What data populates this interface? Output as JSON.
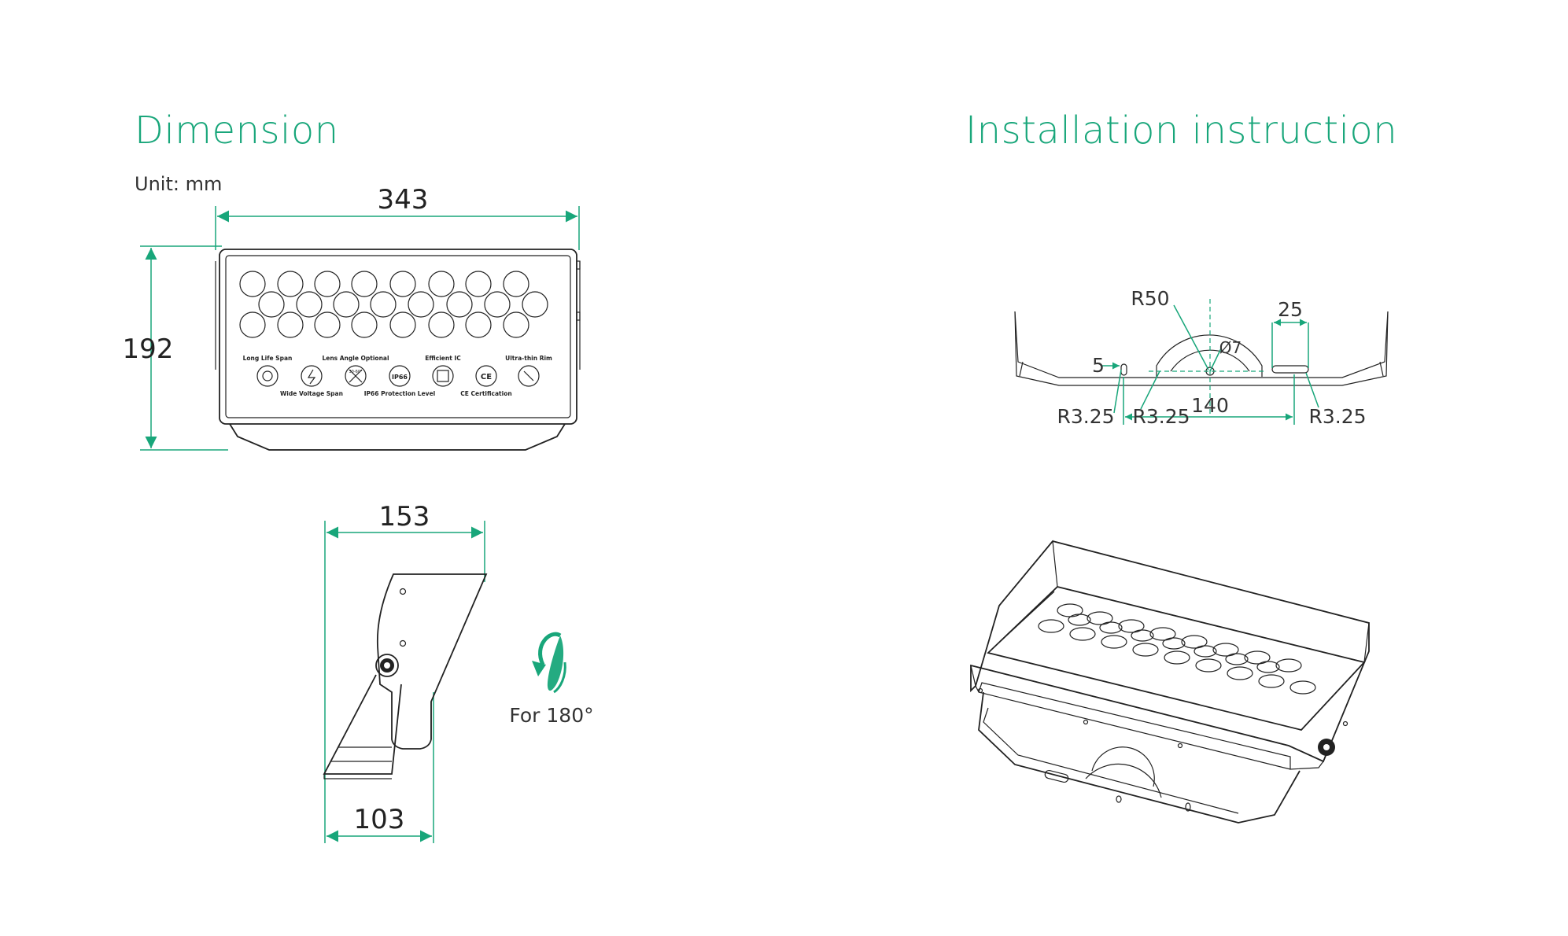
{
  "titles": {
    "dimension": "Dimension",
    "installation": "Installation instruction"
  },
  "unit_label": "Unit: mm",
  "front_view": {
    "width": "343",
    "height": "192",
    "feature_labels": [
      "Long Life Span",
      "Lens Angle Optional",
      "Efficient IC",
      "Ultra-thin Rim"
    ],
    "feature_labels_lower": [
      "Wide Voltage Span",
      "IP66 Protection Level",
      "CE Certification"
    ],
    "badges": [
      "IP66"
    ],
    "badge_small": "30-60°"
  },
  "side_view": {
    "depth_top": "153",
    "depth_bottom": "103",
    "rotation_label": "For 180°"
  },
  "bracket_view": {
    "r50": "R50",
    "d7": "Ø7",
    "w25": "25",
    "w5": "5",
    "w140": "140",
    "r325_left": "R3.25",
    "r325_mid": "R3.25",
    "r325_right": "R3.25"
  },
  "colors": {
    "accent": "#18a67a",
    "line": "#222222"
  }
}
